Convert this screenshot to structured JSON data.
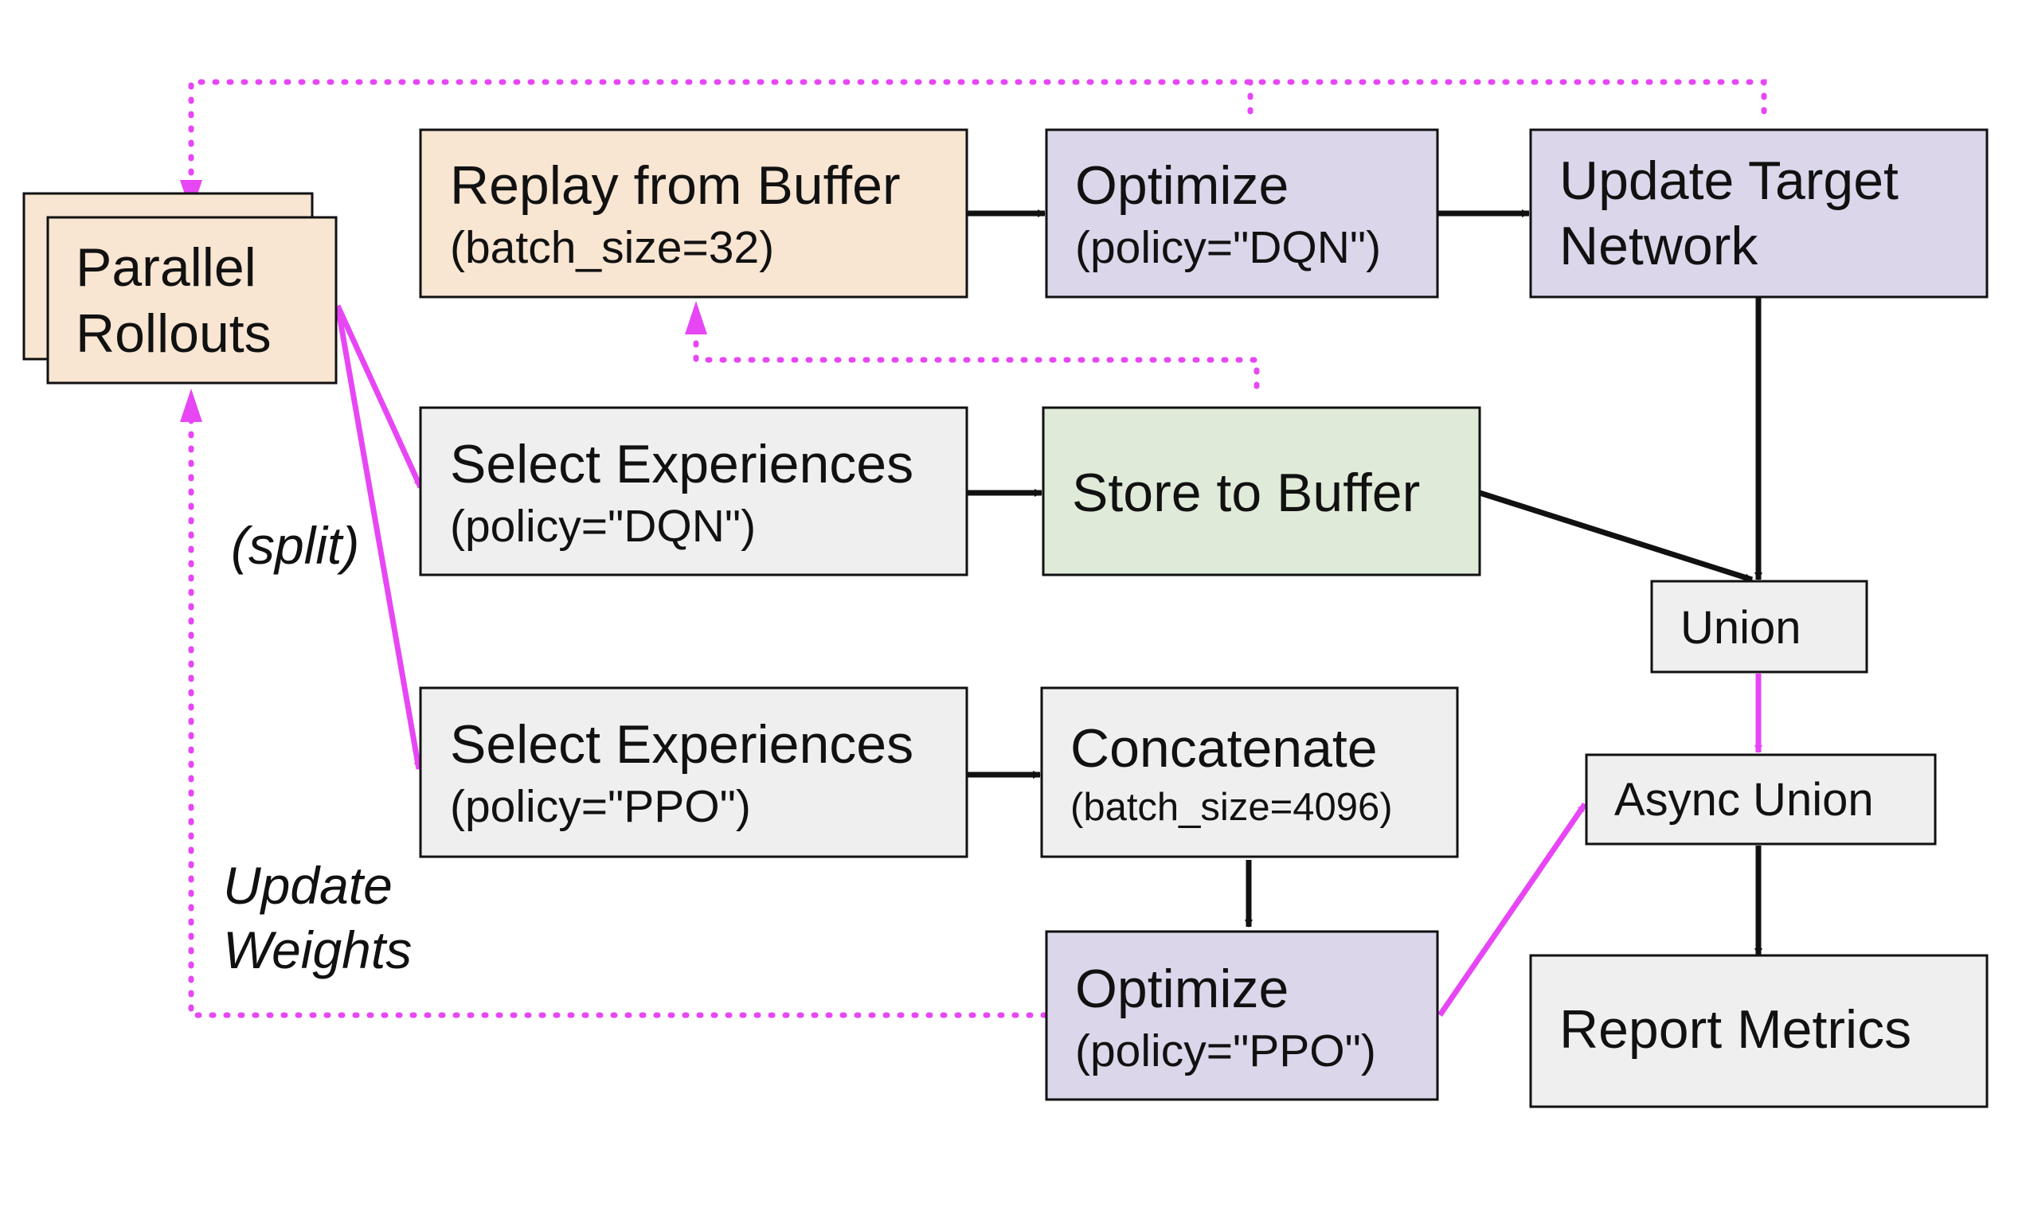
{
  "colors": {
    "orange_fill": "#f8e5d2",
    "purple_fill": "#dbd6ea",
    "green_fill": "#dfebd8",
    "gray_fill": "#efefef",
    "stroke": "#111111",
    "pink": "#e746f5",
    "black": "#111111"
  },
  "nodes": {
    "parallel_rollouts": {
      "line1": "Parallel",
      "line2": "Rollouts"
    },
    "replay_from_buffer": {
      "line1": "Replay from Buffer",
      "line2": "(batch_size=32)"
    },
    "optimize_dqn": {
      "line1": "Optimize",
      "line2": "(policy=\"DQN\")"
    },
    "update_target_network": {
      "line1": "Update Target",
      "line2": "Network"
    },
    "select_experiences_dqn": {
      "line1": "Select Experiences",
      "line2": "(policy=\"DQN\")"
    },
    "store_to_buffer": {
      "label": "Store to Buffer"
    },
    "union": {
      "label": "Union"
    },
    "select_experiences_ppo": {
      "line1": "Select Experiences",
      "line2": "(policy=\"PPO\")"
    },
    "concatenate": {
      "line1": "Concatenate",
      "line2": "(batch_size=4096)"
    },
    "async_union": {
      "label": "Async Union"
    },
    "optimize_ppo": {
      "line1": "Optimize",
      "line2": "(policy=\"PPO\")"
    },
    "report_metrics": {
      "label": "Report Metrics"
    }
  },
  "annotations": {
    "split": "(split)",
    "update_weights_line1": "Update",
    "update_weights_line2": "Weights"
  },
  "edges": [
    {
      "from": "replay_from_buffer",
      "to": "optimize_dqn",
      "style": "solid-black"
    },
    {
      "from": "optimize_dqn",
      "to": "update_target_network",
      "style": "solid-black"
    },
    {
      "from": "update_target_network",
      "to": "union",
      "style": "solid-black"
    },
    {
      "from": "select_experiences_dqn",
      "to": "store_to_buffer",
      "style": "solid-black"
    },
    {
      "from": "store_to_buffer",
      "to": "union",
      "style": "solid-black"
    },
    {
      "from": "store_to_buffer",
      "to": "replay_from_buffer",
      "style": "dotted-pink"
    },
    {
      "from": "select_experiences_ppo",
      "to": "concatenate",
      "style": "solid-black"
    },
    {
      "from": "concatenate",
      "to": "optimize_ppo",
      "style": "solid-black"
    },
    {
      "from": "optimize_ppo",
      "to": "async_union",
      "style": "solid-pink"
    },
    {
      "from": "union",
      "to": "async_union",
      "style": "solid-pink"
    },
    {
      "from": "async_union",
      "to": "report_metrics",
      "style": "solid-black"
    },
    {
      "from": "parallel_rollouts",
      "to": "select_experiences_dqn",
      "style": "solid-pink"
    },
    {
      "from": "parallel_rollouts",
      "to": "select_experiences_ppo",
      "style": "solid-pink"
    },
    {
      "from": "optimize_ppo",
      "to": "parallel_rollouts",
      "style": "dotted-pink"
    },
    {
      "from": "update_target_network",
      "to": "parallel_rollouts",
      "style": "dotted-pink"
    },
    {
      "from": "optimize_dqn",
      "to": "parallel_rollouts",
      "style": "dotted-pink"
    }
  ]
}
